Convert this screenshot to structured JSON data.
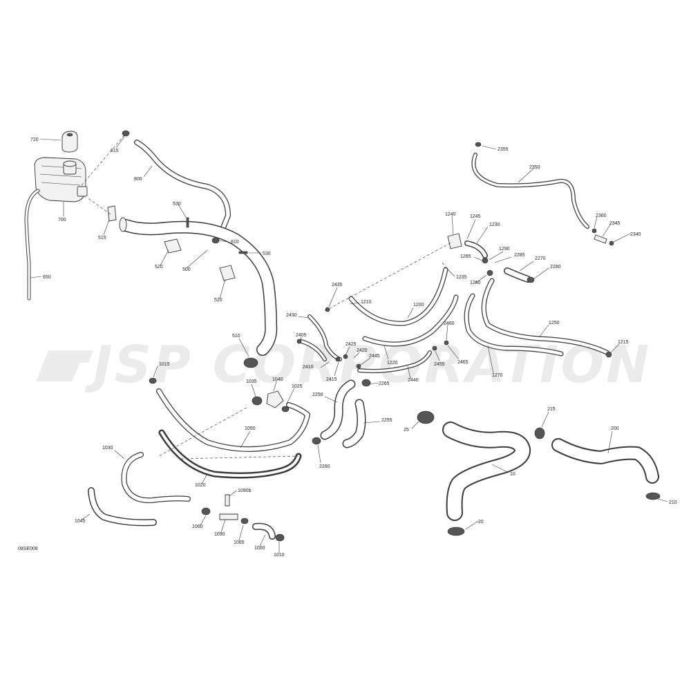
{
  "watermark": {
    "text": "JSP CORPORATION"
  },
  "figure_code": "08SE008",
  "callouts": {
    "c720": "720",
    "c815": "815",
    "c800": "800",
    "c700": "700",
    "c515": "515",
    "c530a": "530",
    "c530b": "530",
    "c810": "810",
    "c520a": "520",
    "c520b": "520",
    "c500": "500",
    "c650": "650",
    "c510": "510",
    "c1015": "1015",
    "c1035": "1035",
    "c1040": "1040",
    "c1025": "1025",
    "c1050": "1050",
    "c1030": "1030",
    "c1020": "1020",
    "c1090b": "1090b",
    "c1045": "1045",
    "c1060": "1060",
    "c1090": "1090",
    "c1065": "1065",
    "c1000": "1000",
    "c1010": "1010",
    "c1240": "1240",
    "c1245": "1245",
    "c1230": "1230",
    "c1290": "1290",
    "c1265": "1265",
    "c2285": "2285",
    "c2270": "2270",
    "c2280": "2280",
    "c1235": "1235",
    "c1260": "1260",
    "c2435": "2435",
    "c1210": "1210",
    "c1200": "1200",
    "c2430": "2430",
    "c2405": "2405",
    "c2425": "2425",
    "c2420": "2420",
    "c2445": "2445",
    "c1220": "1220",
    "c2410": "2410",
    "c2415": "2415",
    "c2440": "2440",
    "c2265": "2265",
    "c2460": "2460",
    "c2455": "2455",
    "c2465": "2465",
    "c1250": "1250",
    "c1215": "1215",
    "c1270": "1270",
    "c2355": "2355",
    "c2350": "2350",
    "c2360": "2360",
    "c2345": "2345",
    "c2340": "2340",
    "c2250": "2250",
    "c2255": "2255",
    "c2260": "2260",
    "c25": "25",
    "c215": "215",
    "c200": "200",
    "c10": "10",
    "c210": "210",
    "c20": "20"
  }
}
